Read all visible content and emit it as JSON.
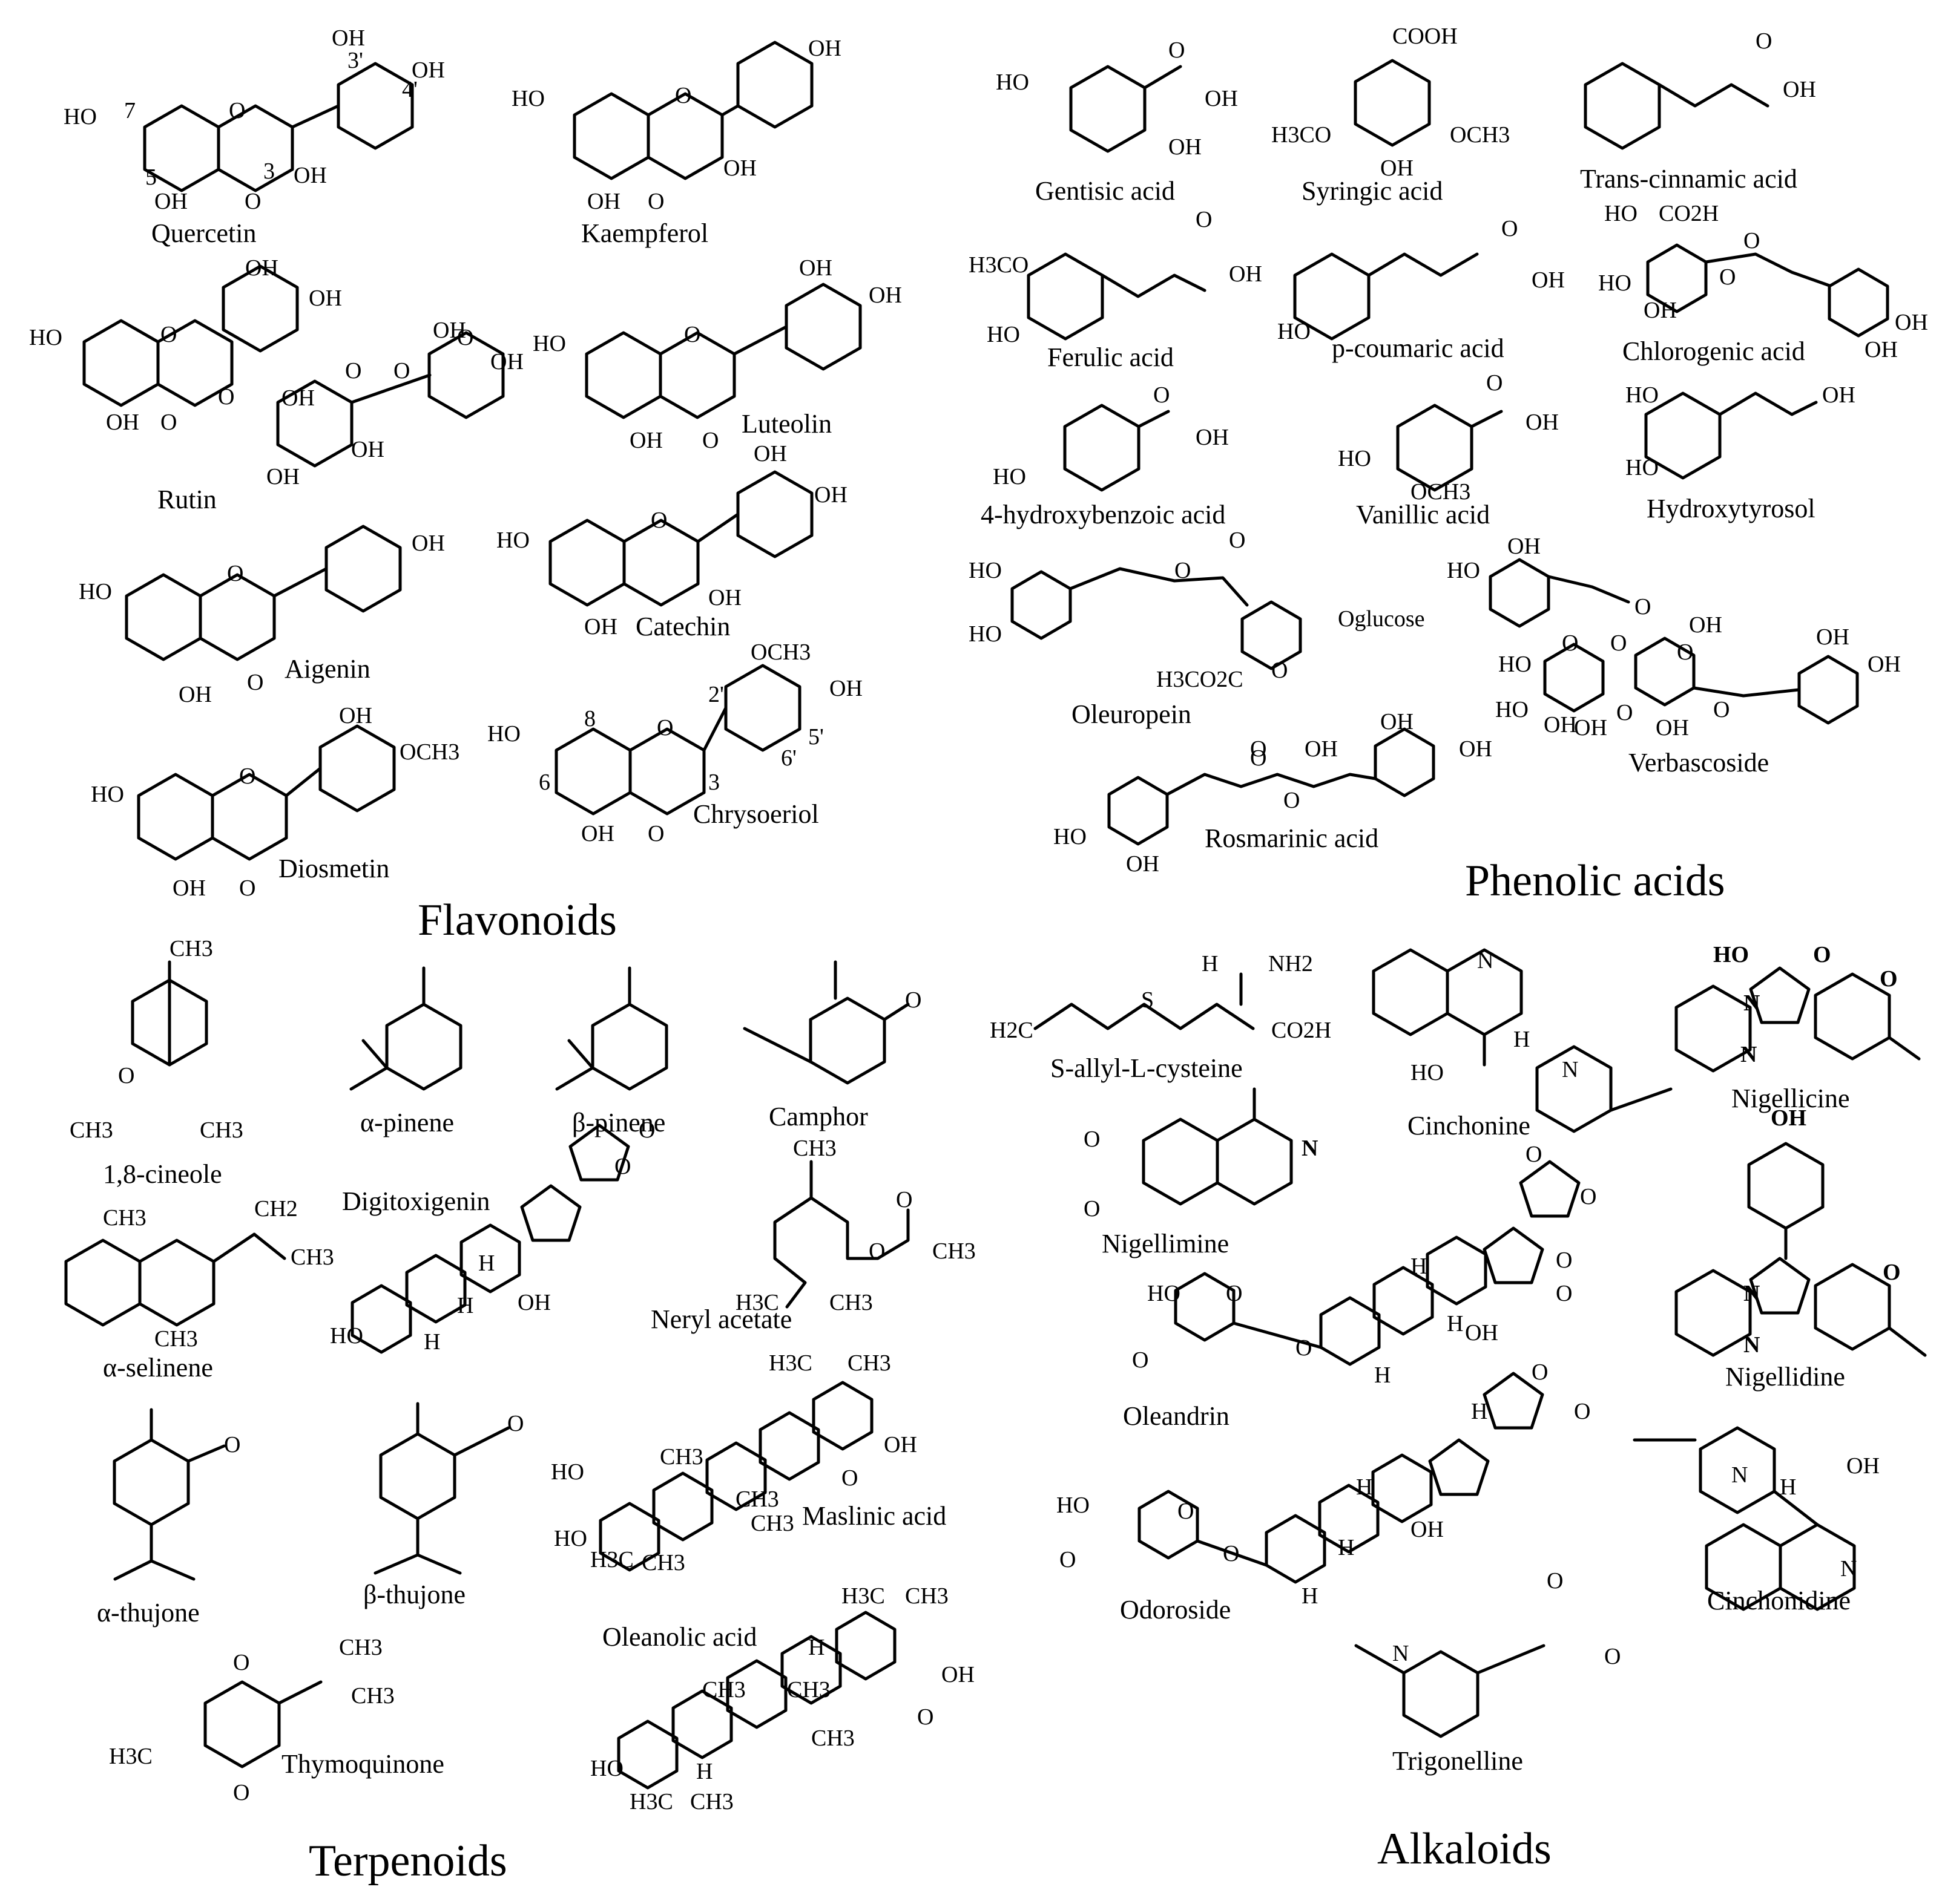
{
  "sections": {
    "flavonoids": "Flavonoids",
    "phenolic_acids": "Phenolic acids",
    "terpenoids": "Terpenoids",
    "alkaloids": "Alkaloids"
  },
  "compounds": [
    {
      "name": "Quercetin",
      "labels": [
        "OH",
        "3'",
        "OH",
        "4'",
        "HO",
        "7",
        "3",
        "OH",
        "5",
        "OH",
        "O",
        "O"
      ]
    },
    {
      "name": "Kaempferol",
      "labels": [
        "OH",
        "HO",
        "O",
        "OH",
        "OH",
        "O"
      ]
    },
    {
      "name": "Rutin",
      "labels": [
        "OH",
        "OH",
        "HO",
        "O",
        "O",
        "OH",
        "O",
        "O",
        "O",
        "OH",
        "OH",
        "OH",
        "OH",
        "OH",
        "O"
      ]
    },
    {
      "name": "Luteolin",
      "labels": [
        "OH",
        "OH",
        "HO",
        "O",
        "OH",
        "O"
      ]
    },
    {
      "name": "Aigenin",
      "labels": [
        "OH",
        "HO",
        "O",
        "OH",
        "O"
      ]
    },
    {
      "name": "Catechin",
      "labels": [
        "OH",
        "OH",
        "HO",
        "O",
        "OH",
        "OH"
      ]
    },
    {
      "name": "Diosmetin",
      "labels": [
        "OH",
        "OCH3",
        "HO",
        "O",
        "OH",
        "O"
      ]
    },
    {
      "name": "Chrysoeriol",
      "labels": [
        "OCH3",
        "2'",
        "OH",
        "HO",
        "8",
        "O",
        "6'",
        "5'",
        "6",
        "3",
        "OH",
        "O"
      ]
    },
    {
      "name": "Gentisic acid",
      "labels": [
        "HO",
        "O",
        "OH",
        "OH"
      ]
    },
    {
      "name": "Syringic acid",
      "labels": [
        "COOH",
        "H3CO",
        "OCH3",
        "OH"
      ]
    },
    {
      "name": "Trans-cinnamic acid",
      "labels": [
        "O",
        "OH"
      ]
    },
    {
      "name": "Ferulic acid",
      "labels": [
        "H3CO",
        "O",
        "OH",
        "HO"
      ]
    },
    {
      "name": "p-coumaric acid",
      "labels": [
        "O",
        "OH",
        "HO"
      ]
    },
    {
      "name": "Chlorogenic acid",
      "labels": [
        "HO",
        "CO2H",
        "HO",
        "OH",
        "O",
        "O",
        "OH",
        "OH"
      ]
    },
    {
      "name": "4-hydroxybenzoic acid",
      "labels": [
        "O",
        "OH",
        "HO"
      ]
    },
    {
      "name": "Vanillic acid",
      "labels": [
        "O",
        "OH",
        "HO",
        "OCH3"
      ]
    },
    {
      "name": "Hydroxytyrosol",
      "labels": [
        "HO",
        "OH",
        "HO"
      ]
    },
    {
      "name": "Oleuropein",
      "labels": [
        "HO",
        "HO",
        "O",
        "O",
        "Oglucose",
        "H3CO2C",
        "O"
      ]
    },
    {
      "name": "Verbascoside",
      "labels": [
        "OH",
        "HO",
        "O",
        "O",
        "OH",
        "HO",
        "O",
        "O",
        "O",
        "O",
        "HO",
        "OH",
        "OH",
        "OH",
        "OH",
        "OH"
      ]
    },
    {
      "name": "Rosmarinic acid",
      "labels": [
        "O",
        "OH",
        "OH",
        "OH",
        "O",
        "O",
        "HO",
        "OH"
      ]
    },
    {
      "name": "1,8-cineole",
      "labels": [
        "CH3",
        "O",
        "CH3",
        "CH3"
      ]
    },
    {
      "name": "α-pinene",
      "labels": []
    },
    {
      "name": "β-pinene",
      "labels": []
    },
    {
      "name": "Camphor",
      "labels": [
        "O"
      ]
    },
    {
      "name": "Digitoxigenin",
      "labels": [
        "O",
        "O",
        "H",
        "H",
        "HO",
        "H",
        "OH"
      ]
    },
    {
      "name": "Neryl acetate",
      "labels": [
        "CH3",
        "O",
        "O",
        "CH3",
        "H3C",
        "CH3"
      ]
    },
    {
      "name": "α-selinene",
      "labels": [
        "CH3",
        "CH2",
        "CH3",
        "CH3"
      ]
    },
    {
      "name": "Maslinic acid",
      "labels": [
        "H3C",
        "CH3",
        "OH",
        "O",
        "CH3",
        "HO",
        "CH3",
        "CH3",
        "HO",
        "H3C",
        "CH3"
      ]
    },
    {
      "name": "α-thujone",
      "labels": [
        "O"
      ]
    },
    {
      "name": "β-thujone",
      "labels": [
        "O"
      ]
    },
    {
      "name": "Oleanolic acid",
      "labels": [
        "H3C",
        "CH3",
        "H",
        "OH",
        "O",
        "CH3",
        "CH3",
        "HO",
        "H",
        "CH3",
        "H3C",
        "CH3"
      ]
    },
    {
      "name": "Thymoquinone",
      "labels": [
        "O",
        "CH3",
        "CH3",
        "H3C",
        "O"
      ]
    },
    {
      "name": "S-allyl-L-cysteine",
      "labels": [
        "H",
        "NH2",
        "H2C",
        "S",
        "CO2H"
      ]
    },
    {
      "name": "Cinchonine",
      "labels": [
        "N",
        "H",
        "N",
        "HO"
      ]
    },
    {
      "name": "Nigellicine",
      "labels": [
        "HO",
        "O",
        "O",
        "N",
        "N"
      ]
    },
    {
      "name": "Nigellimine",
      "labels": [
        "O",
        "O",
        "N"
      ]
    },
    {
      "name": "Oleandrin",
      "labels": [
        "O",
        "O",
        "HO",
        "O",
        "H",
        "O",
        "O",
        "H",
        "OH",
        "H",
        "O",
        "O"
      ]
    },
    {
      "name": "Nigellidine",
      "labels": [
        "OH",
        "O",
        "N",
        "N"
      ]
    },
    {
      "name": "Odoroside",
      "labels": [
        "O",
        "O",
        "H",
        "HO",
        "O",
        "H",
        "O",
        "H",
        "OH",
        "O",
        "H"
      ]
    },
    {
      "name": "Cinchonidine",
      "labels": [
        "N",
        "H",
        "OH",
        "N"
      ]
    },
    {
      "name": "Trigonelline",
      "labels": [
        "O",
        "N",
        "O"
      ]
    }
  ]
}
